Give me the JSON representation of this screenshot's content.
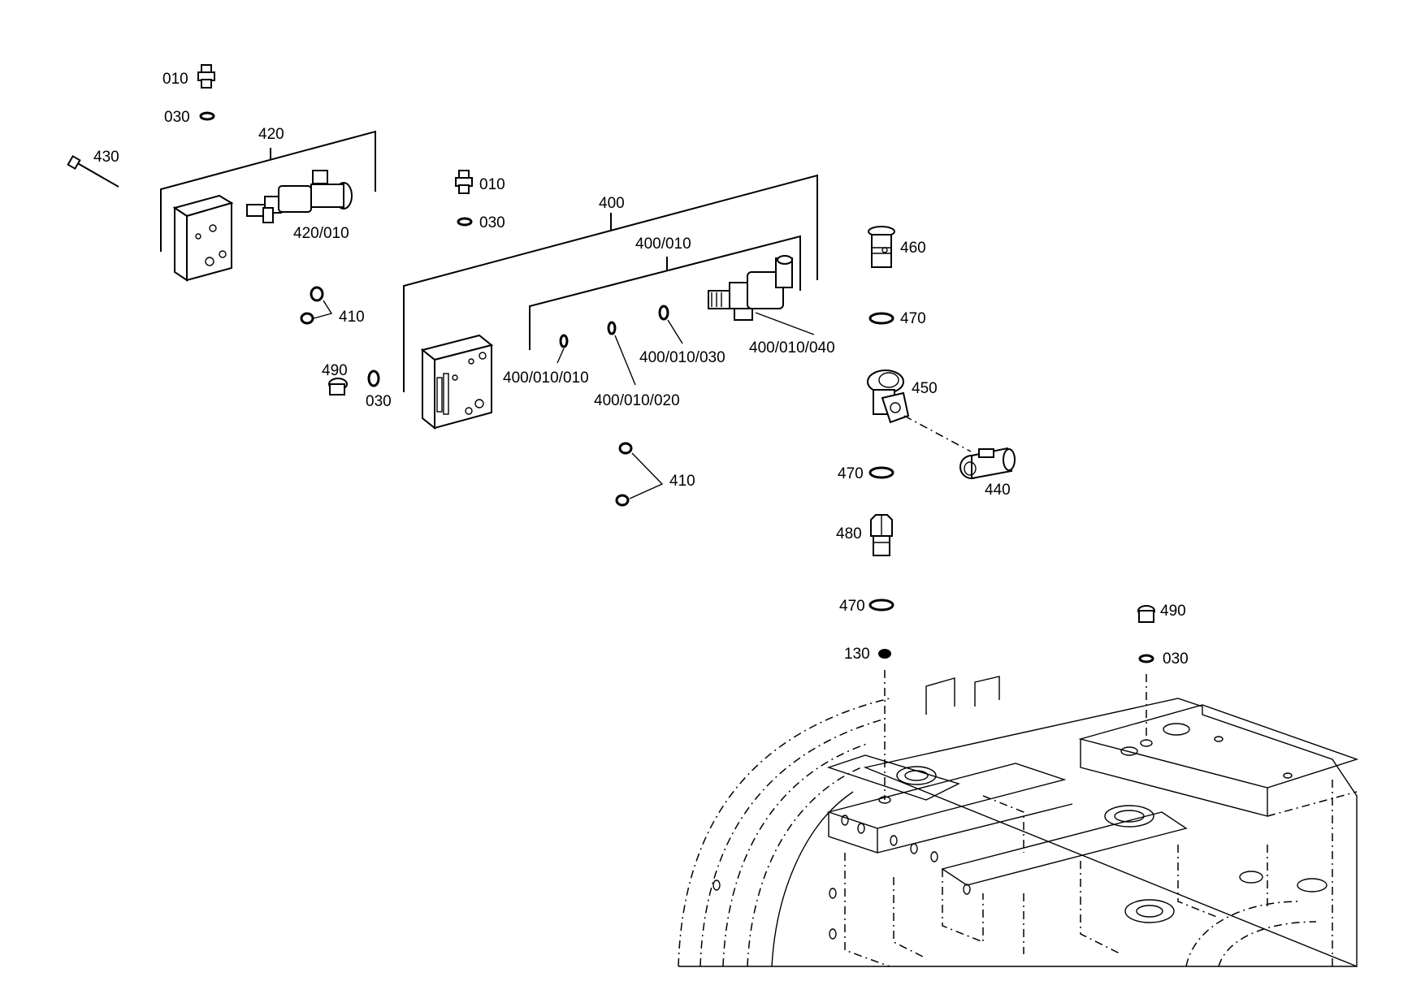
{
  "labels": {
    "p010_top": "010",
    "p030_top": "030",
    "p430": "430",
    "p420": "420",
    "p420_010": "420/010",
    "p010_mid": "010",
    "p030_mid": "030",
    "p400": "400",
    "p400_010": "400/010",
    "p460": "460",
    "p410_a": "410",
    "p470_a": "470",
    "p490_a": "490",
    "p030_low": "030",
    "p400_010_010": "400/010/010",
    "p400_010_020": "400/010/020",
    "p400_010_030": "400/010/030",
    "p400_010_040": "400/010/040",
    "p450": "450",
    "p410_b": "410",
    "p470_b": "470",
    "p440": "440",
    "p480": "480",
    "p470_c": "470",
    "p490_b": "490",
    "p130": "130",
    "p030_right": "030"
  }
}
